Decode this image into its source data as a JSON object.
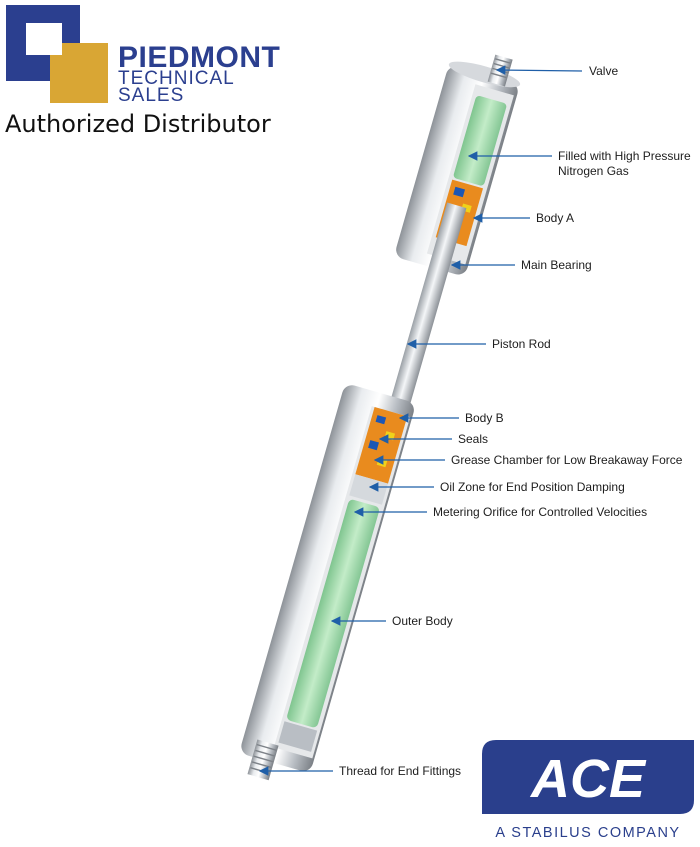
{
  "header": {
    "brand_name": "PIEDMONT",
    "brand_sub_1": "TECHNICAL",
    "brand_sub_2": "SALES",
    "distributor_text": "Authorized Distributor",
    "brand_colors": {
      "navy": "#2b3f8f",
      "gold": "#d9a634"
    }
  },
  "callouts": [
    {
      "id": "valve",
      "label": "Valve"
    },
    {
      "id": "nitrogen",
      "label": "Filled with High Pressure",
      "label2": "Nitrogen Gas"
    },
    {
      "id": "body-a",
      "label": "Body A"
    },
    {
      "id": "main-bearing",
      "label": "Main Bearing"
    },
    {
      "id": "piston-rod",
      "label": "Piston Rod"
    },
    {
      "id": "body-b",
      "label": "Body B"
    },
    {
      "id": "seals",
      "label": "Seals"
    },
    {
      "id": "grease-chamber",
      "label": "Grease Chamber for Low Breakaway Force"
    },
    {
      "id": "oil-zone",
      "label": "Oil Zone for End Position Damping"
    },
    {
      "id": "metering-orifice",
      "label": "Metering Orifice for Controlled Velocities"
    },
    {
      "id": "outer-body",
      "label": "Outer Body"
    },
    {
      "id": "thread",
      "label": "Thread for End Fittings"
    }
  ],
  "footer": {
    "ace_logo_text": "ACE",
    "ace_tagline": "A STABILUS COMPANY",
    "ace_color": "#2a3f8c"
  },
  "colors": {
    "arrow": "#1f5fa8",
    "gas": "#a7dcb1",
    "steel": "#c7cbd0",
    "bearing": "#e98b1e"
  }
}
